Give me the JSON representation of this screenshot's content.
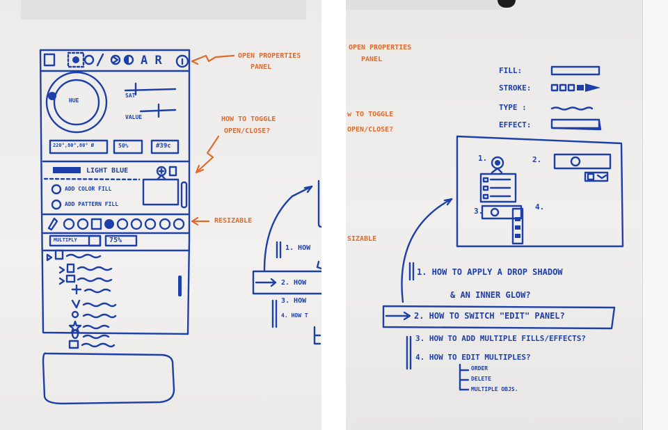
{
  "left_board": {
    "toolbar_glyphs": "A R",
    "hue_label": "HUE",
    "sat_label": "SAT",
    "value_label": "VALUE",
    "color_value": "220°,80°,80° Ø",
    "opacity_value": "50%",
    "hex_value": "#39c",
    "fill_name": "LIGHT BLUE",
    "add_color_fill": "ADD COLOR FILL",
    "add_pattern_fill": "ADD PATTERN FILL",
    "blend_mode": "MULTIPLY",
    "blend_opacity": "75%",
    "note_open_properties": [
      "OPEN PROPERTIES",
      "PANEL"
    ],
    "note_toggle": [
      "HOW TO TOGGLE",
      "OPEN/CLOSE?"
    ],
    "note_resizable": "RESIZABLE",
    "cut_questions": [
      "1. HOW",
      "2. HOW",
      "3. HOW",
      "4. HOW T"
    ]
  },
  "right_board": {
    "cut_open_properties": [
      "OPEN PROPERTIES",
      "PANEL"
    ],
    "cut_toggle": [
      "w TO TOGGLE",
      "OPEN/CLOSE?"
    ],
    "cut_resizable": "SIZABLE",
    "legend": [
      {
        "label": "FILL:"
      },
      {
        "label": "STROKE:"
      },
      {
        "label": "TYPE :"
      },
      {
        "label": "EFFECT:"
      }
    ],
    "diagram_numbers": [
      "1.",
      "2.",
      "3.",
      "4."
    ],
    "questions": [
      "1. HOW TO APPLY A DROP SHADOW",
      "& AN INNER GLOW?",
      "2. HOW TO SWITCH \"EDIT\" PANEL?",
      "3. HOW TO ADD MULTIPLE FILLS/EFFECTS?",
      "4. HOW TO EDIT MULTIPLES?"
    ],
    "sub_items": [
      "ORDER",
      "DELETE",
      "MULTIPLE OBJS."
    ]
  }
}
